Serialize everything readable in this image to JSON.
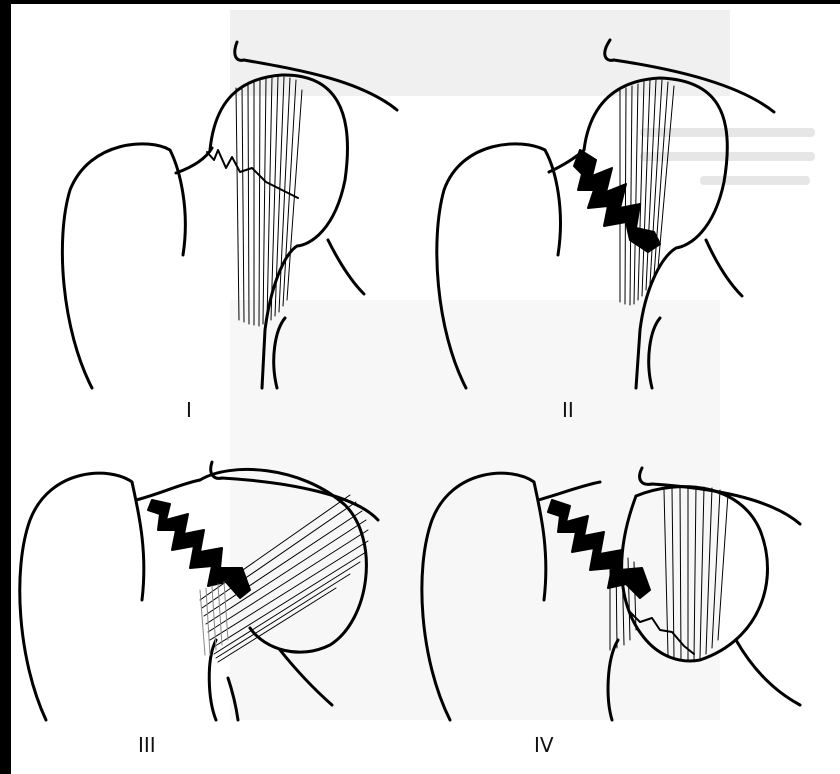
{
  "figure": {
    "panels": [
      {
        "id": "panel-1",
        "label": "I"
      },
      {
        "id": "panel-2",
        "label": "II"
      },
      {
        "id": "panel-3",
        "label": "III"
      },
      {
        "id": "panel-4",
        "label": "IV"
      }
    ]
  }
}
